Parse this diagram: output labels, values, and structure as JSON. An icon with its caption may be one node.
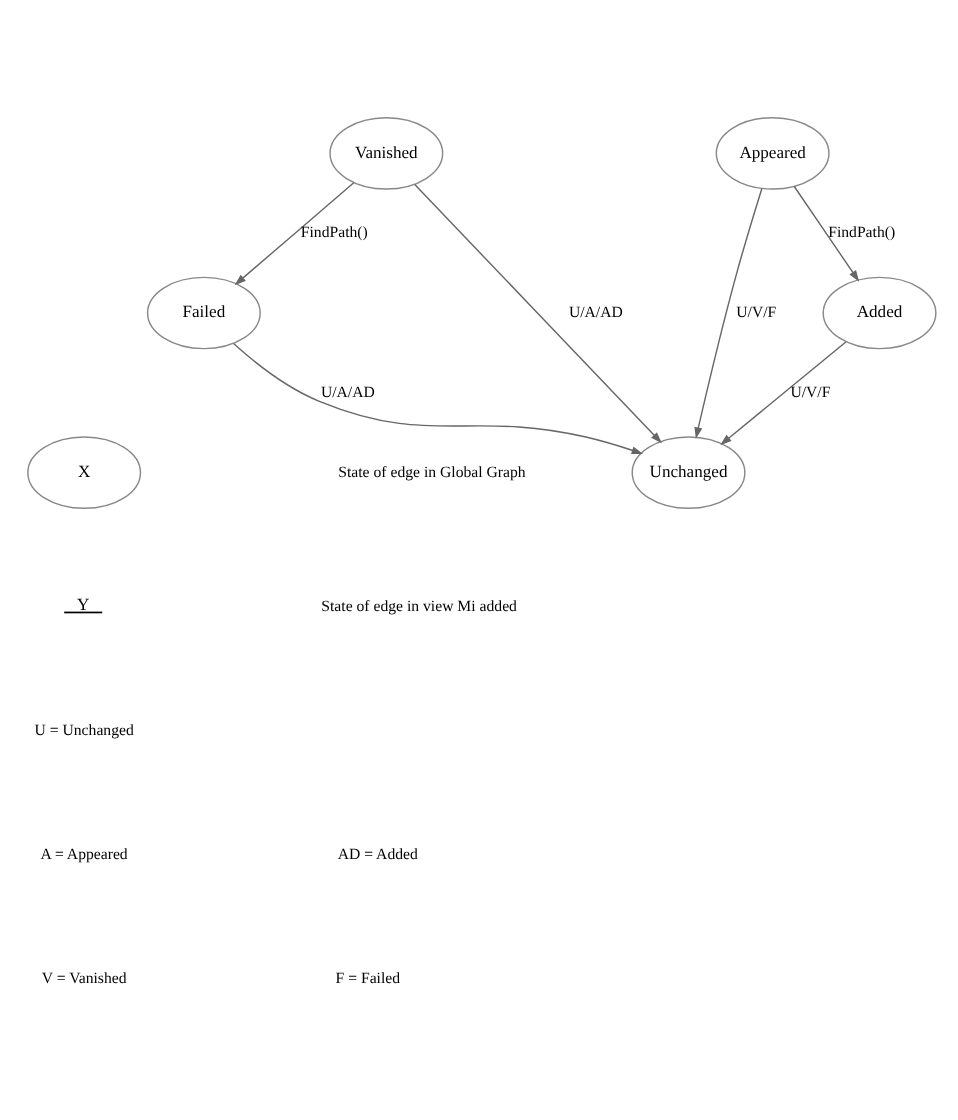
{
  "diagram": {
    "nodes": [
      {
        "text": [
          "Vanished"
        ]
      },
      {
        "text": [
          "Appeared"
        ]
      },
      {
        "text": [
          "Unchanged"
        ]
      },
      {
        "text": [
          "Failed"
        ]
      },
      {
        "text": [
          "Added"
        ]
      },
      {
        "text": [
          "X"
        ]
      }
    ],
    "edges": [
      {
        "from": 0,
        "to": 2,
        "arrow": "to",
        "label": "U/A/AD"
      },
      {
        "from": 1,
        "to": 2,
        "arrow": "to",
        "label": "U/V/F"
      },
      {
        "from": 0,
        "to": 3,
        "arrow": "to",
        "label": "FindPath()"
      },
      {
        "from": 1,
        "to": 4,
        "arrow": "to",
        "label": "FindPath()"
      },
      {
        "from": 3,
        "to": 2,
        "arrow": "to",
        "label": "U/A/AD"
      },
      {
        "from": 4,
        "to": 2,
        "arrow": "to",
        "label": "U/V/F"
      }
    ],
    "labels": [
      "Y",
      "U = Unchanged",
      "A = Appeared",
      "AD = Added",
      "V = Vanished",
      "F = Failed"
    ],
    "legend": [
      {
        "text": "State of edge in Global Graph"
      },
      {
        "text": "State of edge in view Mi added"
      }
    ]
  }
}
